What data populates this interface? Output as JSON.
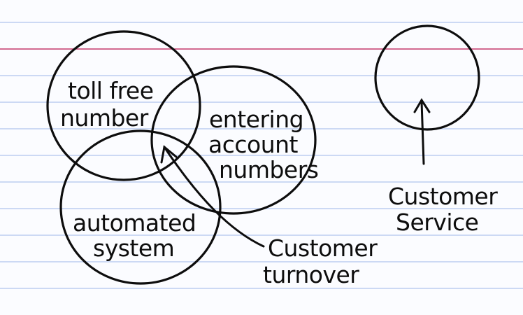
{
  "card": {
    "line_color": "#bccdf0",
    "margin_color": "#c43a6c",
    "ink_color": "#0d0d0d"
  },
  "venn": {
    "circles": [
      {
        "label_lines": [
          "toll free",
          "number"
        ]
      },
      {
        "label_lines": [
          "entering",
          "account",
          "numbers"
        ]
      },
      {
        "label_lines": [
          "automated",
          "system"
        ]
      }
    ],
    "overlap_pointer": {
      "label_lines": [
        "Customer",
        "turnover"
      ]
    }
  },
  "separate": {
    "label_lines": [
      "Customer",
      "Service"
    ]
  }
}
